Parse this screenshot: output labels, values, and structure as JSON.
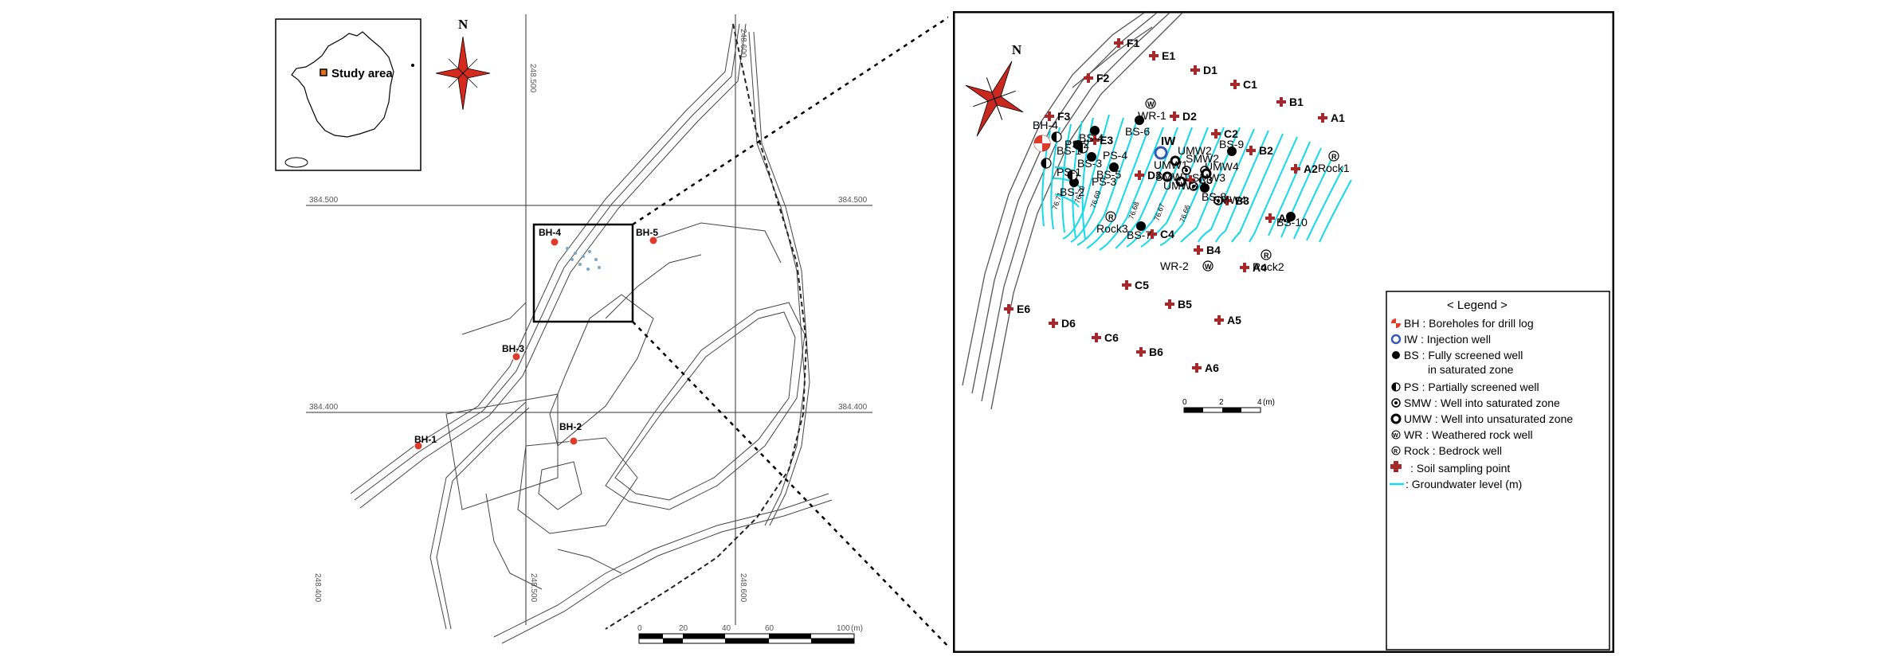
{
  "left_panel": {
    "north_label": "N",
    "inset": {
      "study_area_label": "Study area"
    },
    "grid_labels": {
      "x_top_1": "248.500",
      "x_top_2": "248.600",
      "x_bottom_1": "248.400",
      "x_bottom_2": "248.500",
      "x_bottom_3": "248.600",
      "y_left_1": "384.500",
      "y_right_1": "384.500",
      "y_left_2": "384.400",
      "y_right_2": "384.400"
    },
    "boreholes": [
      "BH-1",
      "BH-2",
      "BH-3",
      "BH-4",
      "BH-5"
    ],
    "scale_bar": {
      "ticks": [
        "0",
        "20",
        "40",
        "60",
        "100"
      ],
      "unit": "(m)"
    }
  },
  "right_panel": {
    "north_label": "N",
    "wells": {
      "bh4": "BH-4",
      "iw": "IW",
      "wr1": "WR-1",
      "wr2": "WR-2",
      "rock1": "Rock1",
      "rock2": "Rock2",
      "rock3": "Rock3",
      "bs": [
        "BS-1",
        "BS-2",
        "BS-3",
        "BS-4",
        "BS-5",
        "BS-6",
        "BS-7",
        "BS-8",
        "BS-9",
        "BS-10"
      ],
      "ps": [
        "PS-1",
        "PS-2",
        "PS-3",
        "PS-4"
      ],
      "smw": [
        "SMW1",
        "SMW2",
        "SMW3",
        "SMW4"
      ],
      "umw": [
        "UMW1",
        "UMW2",
        "UMW3",
        "UMW4"
      ]
    },
    "soil_points": [
      "F1",
      "E1",
      "D1",
      "C1",
      "B1",
      "A1",
      "F2",
      "F3",
      "E3",
      "D2",
      "C2",
      "B2",
      "A2",
      "D3",
      "C3",
      "B3",
      "A3",
      "C4",
      "B4",
      "A4",
      "C5",
      "B5",
      "A5",
      "E6",
      "D6",
      "C6",
      "B6",
      "A6"
    ],
    "contour_labels": [
      "76.71",
      "76.70",
      "76.69",
      "76.68",
      "76.67",
      "76.66"
    ],
    "scale_bar": {
      "ticks": [
        "0",
        "2",
        "4"
      ],
      "unit": "(m)"
    },
    "legend": {
      "title": "< Legend >",
      "items": [
        "BH : Boreholes for drill log",
        "IW : Injection well",
        "BS : Fully screened well",
        "in saturated zone",
        "PS : Partially screened well",
        "SMW : Well into saturated zone",
        "UMW : Well into unsaturated zone",
        "WR : Weathered rock well",
        "Rock : Bedrock well",
        ": Soil sampling point",
        ": Groundwater level (m)"
      ]
    }
  },
  "colors": {
    "soil_point": "#a5282a",
    "contour": "#14d9e8",
    "compass_red": "#d42a1e",
    "injection_well": "#3557b8",
    "borehole_red": "#e03a2a"
  }
}
